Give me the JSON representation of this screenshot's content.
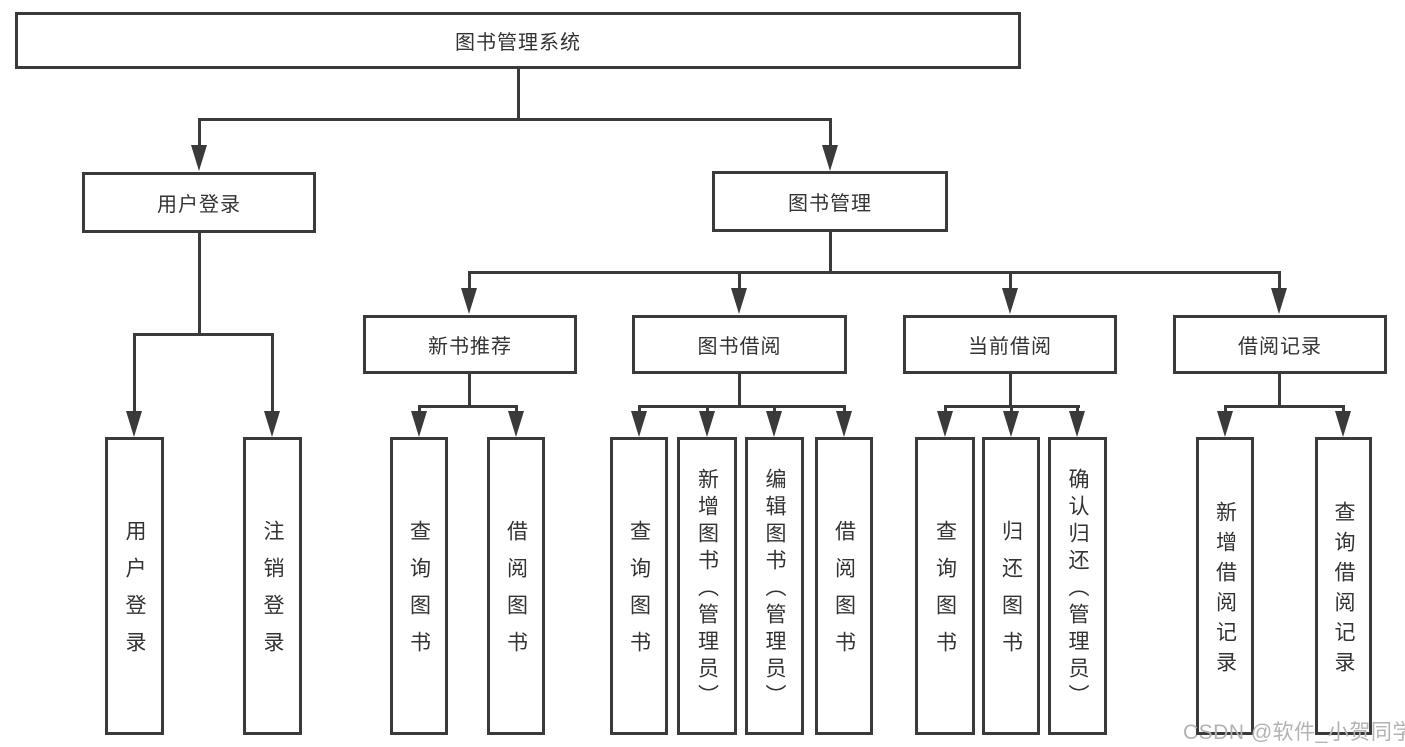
{
  "diagram": {
    "kind": "hierarchy-tree",
    "colors": {
      "line": "#3a3a3a",
      "text": "#333333",
      "background": "#ffffff",
      "watermark": "#b3b3b3"
    }
  },
  "tree": {
    "label": "图书管理系统",
    "children": [
      {
        "label": "用户登录",
        "children": [
          {
            "label": "用户登录"
          },
          {
            "label": "注销登录"
          }
        ]
      },
      {
        "label": "图书管理",
        "children": [
          {
            "label": "新书推荐",
            "children": [
              {
                "label": "查询图书"
              },
              {
                "label": "借阅图书"
              }
            ]
          },
          {
            "label": "图书借阅",
            "children": [
              {
                "label": "查询图书"
              },
              {
                "label": "新增图书（管理员）"
              },
              {
                "label": "编辑图书（管理员）"
              },
              {
                "label": "借阅图书"
              }
            ]
          },
          {
            "label": "当前借阅",
            "children": [
              {
                "label": "查询图书"
              },
              {
                "label": "归还图书"
              },
              {
                "label": "确认归还（管理员）"
              }
            ]
          },
          {
            "label": "借阅记录",
            "children": [
              {
                "label": "新增借阅记录"
              },
              {
                "label": "查询借阅记录"
              }
            ]
          }
        ]
      }
    ]
  },
  "watermark": {
    "text": "CSDN @软件_小贺同学"
  }
}
